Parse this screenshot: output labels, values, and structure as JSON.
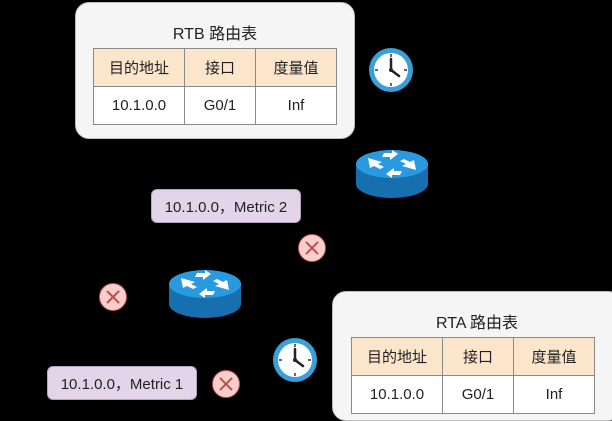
{
  "rtb": {
    "title": "RTB 路由表",
    "headers": [
      "目的地址",
      "接口",
      "度量值"
    ],
    "row": [
      "10.1.0.0",
      "G0/1",
      "Inf"
    ]
  },
  "rta": {
    "title": "RTA 路由表",
    "headers": [
      "目的地址",
      "接口",
      "度量值"
    ],
    "row": [
      "10.1.0.0",
      "G0/1",
      "Inf"
    ]
  },
  "labels": {
    "update_metric2": "10.1.0.0，Metric 2",
    "update_metric1": "10.1.0.0，Metric 1"
  },
  "icons": [
    "clock-icon",
    "router-icon",
    "blocked-icon"
  ],
  "colors": {
    "background": "#000000",
    "table_header": "#fbe6cc",
    "label_fill": "#e2d5ea",
    "blocked_fill": "#f8cecc",
    "router_fill": "#1f8fd6"
  }
}
